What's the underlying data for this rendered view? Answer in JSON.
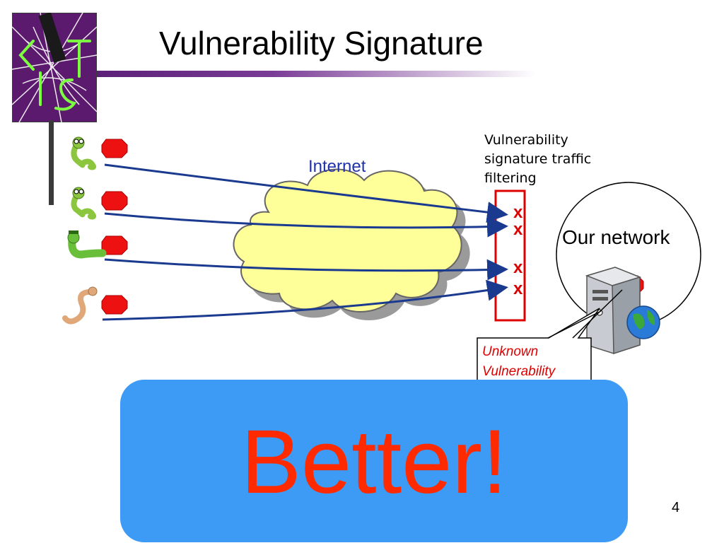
{
  "slide": {
    "title": "Vulnerability Signature",
    "page_number": "4"
  },
  "diagram": {
    "internet_label": "Internet",
    "filter_label_lines": [
      "Vulnerability",
      "signature traffic",
      "filtering"
    ],
    "network_label": "Our network",
    "callout_lines": [
      "Unknown",
      "Vulnerability"
    ],
    "block_mark": "x",
    "worm_count": 4
  },
  "banner": {
    "text": "Better!",
    "background_color": "#3d9af5",
    "text_color": "#ff2a00"
  },
  "colors": {
    "arrow": "#1a3a8f",
    "cloud_fill": "#ffff99",
    "filter_box": "#dd0000",
    "packet": "#ee1111",
    "accent_purple": "#5b2078"
  }
}
